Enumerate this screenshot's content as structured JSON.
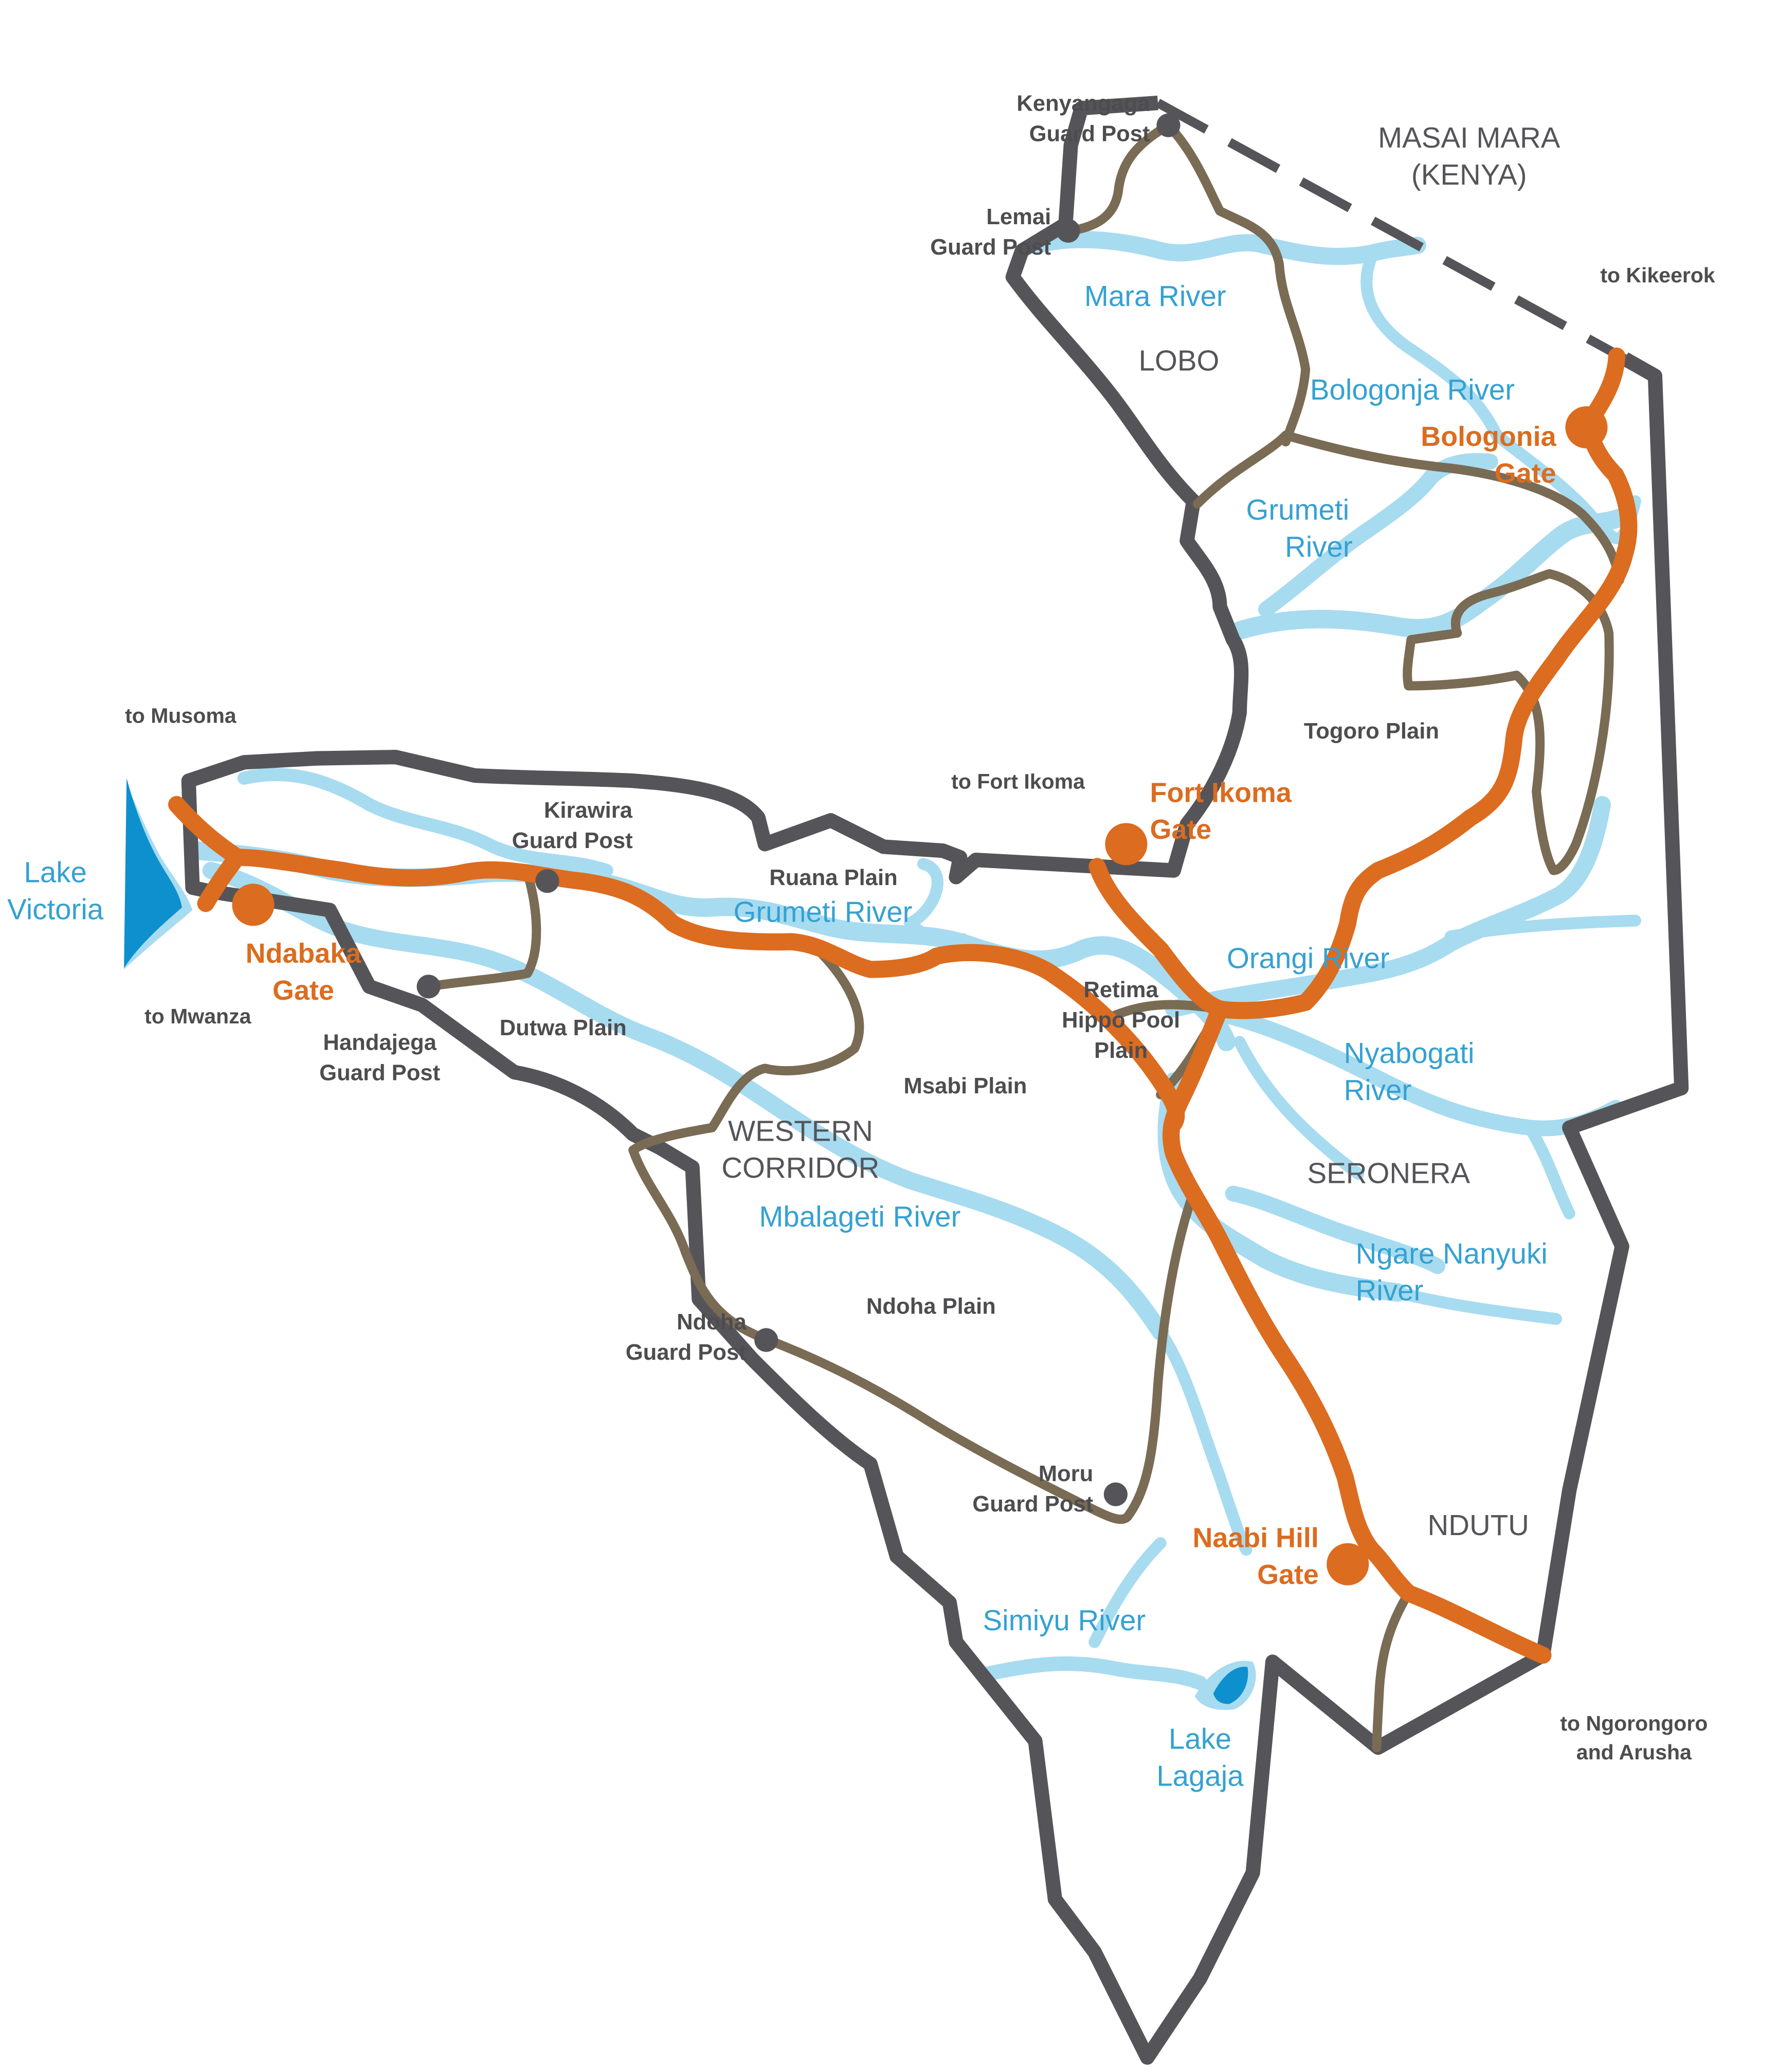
{
  "colors": {
    "boundary": "#555559",
    "river": "#a7dbf0",
    "lake": "#0e90cf",
    "track": "#7a6b55",
    "main_road": "#dc6c1f",
    "gate": "#dc6c1f",
    "guard_post": "#555559"
  },
  "regions": {
    "masai_mara": [
      "MASAI MARA",
      "(KENYA)"
    ],
    "lobo": "LOBO",
    "western_corridor": [
      "WESTERN",
      "CORRIDOR"
    ],
    "seronera": "SERONERA",
    "ndutu": "NDUTU"
  },
  "plains": {
    "togoro": "Togoro Plain",
    "ruana": "Ruana Plain",
    "dutwa": "Dutwa Plain",
    "msabi": "Msabi Plain",
    "ndoha": "Ndoha Plain",
    "retima": [
      "Retima",
      "Hippo Pool",
      "Plain"
    ]
  },
  "water": {
    "lake_victoria": [
      "Lake",
      "Victoria"
    ],
    "lake_lagaja": [
      "Lake",
      "Lagaja"
    ],
    "mara_river": "Mara River",
    "bologonja_river": "Bologonja River",
    "grumeti_river_north": [
      "Grumeti",
      "River"
    ],
    "grumeti_river_west": "Grumeti River",
    "orangi_river": "Orangi River",
    "nyabogati_river": [
      "Nyabogati",
      "River"
    ],
    "mbalageti_river": "Mbalageti River",
    "ngare_nanyuki_river": [
      "Ngare Nanyuki",
      "River"
    ],
    "simiyu_river": "Simiyu River"
  },
  "gates": {
    "bologonia": [
      "Bologonia",
      "Gate"
    ],
    "fort_ikoma": [
      "Fort Ikoma",
      "Gate"
    ],
    "ndabaka": [
      "Ndabaka",
      "Gate"
    ],
    "naabi_hill": [
      "Naabi Hill",
      "Gate"
    ]
  },
  "guard_posts": {
    "kenyangaga": [
      "Kenyangaga",
      "Guard Post"
    ],
    "lemai": [
      "Lemai",
      "Guard Post"
    ],
    "kirawira": [
      "Kirawira",
      "Guard Post"
    ],
    "handajega": [
      "Handajega",
      "Guard Post"
    ],
    "ndoha": [
      "Ndoha",
      "Guard Post"
    ],
    "moru": [
      "Moru",
      "Guard Post"
    ]
  },
  "destinations": {
    "kikeerok": "to Kikeerok",
    "musoma": "to Musoma",
    "fort_ikoma": "to Fort Ikoma",
    "mwanza": "to Mwanza",
    "ngorongoro": [
      "to Ngorongoro",
      "and Arusha"
    ]
  }
}
